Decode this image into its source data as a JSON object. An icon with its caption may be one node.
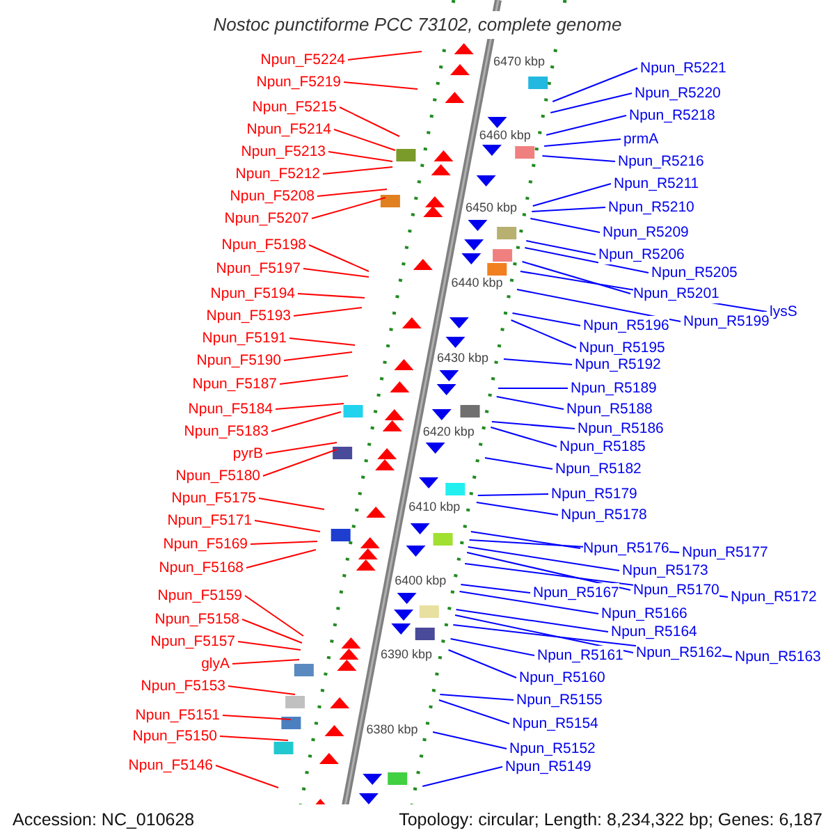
{
  "diagram": {
    "title": "Nostoc punctiforme PCC 73102, complete genome",
    "nodes": [
      {
        "text": [
          "Npun_F5224"
        ]
      },
      {
        "text": [
          "Npun_F5219"
        ]
      },
      {
        "text": [
          "Npun_F5215"
        ]
      },
      {
        "text": [
          "Npun_F5214"
        ]
      },
      {
        "text": [
          "Npun_F5213"
        ]
      },
      {
        "text": [
          "Npun_F5212"
        ]
      },
      {
        "text": [
          "Npun_F5208"
        ]
      },
      {
        "text": [
          "Npun_F5207"
        ]
      },
      {
        "text": [
          "Npun_F5198"
        ]
      },
      {
        "text": [
          "Npun_F5197"
        ]
      },
      {
        "text": [
          "Npun_F5194"
        ]
      },
      {
        "text": [
          "Npun_F5193"
        ]
      },
      {
        "text": [
          "Npun_F5191"
        ]
      },
      {
        "text": [
          "Npun_F5190"
        ]
      },
      {
        "text": [
          "Npun_F5187"
        ]
      },
      {
        "text": [
          "Npun_F5184"
        ]
      },
      {
        "text": [
          "Npun_F5183"
        ]
      },
      {
        "text": [
          "pyrB"
        ]
      },
      {
        "text": [
          "Npun_F5180"
        ]
      },
      {
        "text": [
          "Npun_F5175"
        ]
      },
      {
        "text": [
          "Npun_F5171"
        ]
      },
      {
        "text": [
          "Npun_F5169"
        ]
      },
      {
        "text": [
          "Npun_F5168"
        ]
      },
      {
        "text": [
          "Npun_F5159"
        ]
      },
      {
        "text": [
          "Npun_F5158"
        ]
      },
      {
        "text": [
          "Npun_F5157"
        ]
      },
      {
        "text": [
          "glyA"
        ]
      },
      {
        "text": [
          "Npun_F5153"
        ]
      },
      {
        "text": [
          "Npun_F5151"
        ]
      },
      {
        "text": [
          "Npun_F5150"
        ]
      },
      {
        "text": [
          "Npun_F5146"
        ]
      },
      {
        "text": [
          "Npun_R5221"
        ]
      },
      {
        "text": [
          "Npun_R5220"
        ]
      },
      {
        "text": [
          "Npun_R5218"
        ]
      },
      {
        "text": [
          "prmA"
        ]
      },
      {
        "text": [
          "Npun_R5216"
        ]
      },
      {
        "text": [
          "Npun_R5211"
        ]
      },
      {
        "text": [
          "Npun_R5210"
        ]
      },
      {
        "text": [
          "Npun_R5209"
        ]
      },
      {
        "text": [
          "Npun_R5206"
        ]
      },
      {
        "text": [
          "Npun_R5205"
        ]
      },
      {
        "text": [
          "Npun_R5201"
        ]
      },
      {
        "text": [
          "lysS"
        ]
      },
      {
        "text": [
          "Npun_R5199"
        ]
      },
      {
        "text": [
          "Npun_R5196"
        ]
      },
      {
        "text": [
          "Npun_R5195"
        ]
      },
      {
        "text": [
          "Npun_R5192"
        ]
      },
      {
        "text": [
          "Npun_R5189"
        ]
      },
      {
        "text": [
          "Npun_R5188"
        ]
      },
      {
        "text": [
          "Npun_R5186"
        ]
      },
      {
        "text": [
          "Npun_R5185"
        ]
      },
      {
        "text": [
          "Npun_R5182"
        ]
      },
      {
        "text": [
          "Npun_R5179"
        ]
      },
      {
        "text": [
          "Npun_R5178"
        ]
      },
      {
        "text": [
          "Npun_R5176"
        ]
      },
      {
        "text": [
          "Npun_R5177"
        ]
      },
      {
        "text": [
          "Npun_R5173"
        ]
      },
      {
        "text": [
          "Npun_R5170"
        ]
      },
      {
        "text": [
          "Npun_R5172"
        ]
      },
      {
        "text": [
          "Npun_R5167"
        ]
      },
      {
        "text": [
          "Npun_R5166"
        ]
      },
      {
        "text": [
          "Npun_R5164"
        ]
      },
      {
        "text": [
          "Npun_R5162"
        ]
      },
      {
        "text": [
          "Npun_R5163"
        ]
      },
      {
        "text": [
          "Npun_R5161"
        ]
      },
      {
        "text": [
          "Npun_R5160"
        ]
      },
      {
        "text": [
          "Npun_R5155"
        ]
      },
      {
        "text": [
          "Npun_R5154"
        ]
      },
      {
        "text": [
          "Npun_R5152"
        ]
      },
      {
        "text": [
          "Npun_R5149"
        ]
      }
    ],
    "edges": [
      {
        "from": 0,
        "to": null,
        "arrow": "none",
        "color": "#ff0000"
      },
      {
        "from": 1,
        "to": null,
        "arrow": "none",
        "color": "#ff0000"
      },
      {
        "from": 2,
        "to": null,
        "arrow": "none",
        "color": "#ff0000"
      },
      {
        "from": 3,
        "to": null,
        "arrow": "none",
        "color": "#ff0000"
      },
      {
        "from": 4,
        "to": null,
        "arrow": "none",
        "color": "#ff0000"
      },
      {
        "from": 5,
        "to": null,
        "arrow": "none",
        "color": "#ff0000"
      },
      {
        "from": 6,
        "to": null,
        "arrow": "none",
        "color": "#ff0000"
      },
      {
        "from": 7,
        "to": null,
        "arrow": "none",
        "color": "#ff0000"
      },
      {
        "from": 8,
        "to": null,
        "arrow": "none",
        "color": "#ff0000"
      },
      {
        "from": 9,
        "to": null,
        "arrow": "none",
        "color": "#ff0000"
      },
      {
        "from": 10,
        "to": null,
        "arrow": "none",
        "color": "#ff0000"
      },
      {
        "from": 11,
        "to": null,
        "arrow": "none",
        "color": "#ff0000"
      },
      {
        "from": 12,
        "to": null,
        "arrow": "none",
        "color": "#ff0000"
      },
      {
        "from": 13,
        "to": null,
        "arrow": "none",
        "color": "#ff0000"
      },
      {
        "from": 14,
        "to": null,
        "arrow": "none",
        "color": "#ff0000"
      },
      {
        "from": 15,
        "to": null,
        "arrow": "none",
        "color": "#ff0000"
      },
      {
        "from": 16,
        "to": null,
        "arrow": "none",
        "color": "#ff0000"
      },
      {
        "from": 17,
        "to": null,
        "arrow": "none",
        "color": "#ff0000"
      },
      {
        "from": 18,
        "to": null,
        "arrow": "none",
        "color": "#ff0000"
      },
      {
        "from": 19,
        "to": null,
        "arrow": "none",
        "color": "#ff0000"
      },
      {
        "from": 20,
        "to": null,
        "arrow": "none",
        "color": "#ff0000"
      },
      {
        "from": 21,
        "to": null,
        "arrow": "none",
        "color": "#ff0000"
      },
      {
        "from": 22,
        "to": null,
        "arrow": "none",
        "color": "#ff0000"
      },
      {
        "from": 23,
        "to": null,
        "arrow": "none",
        "color": "#ff0000"
      },
      {
        "from": 24,
        "to": null,
        "arrow": "none",
        "color": "#ff0000"
      },
      {
        "from": 25,
        "to": null,
        "arrow": "none",
        "color": "#ff0000"
      },
      {
        "from": 26,
        "to": null,
        "arrow": "none",
        "color": "#ff0000"
      },
      {
        "from": 27,
        "to": null,
        "arrow": "none",
        "color": "#ff0000"
      },
      {
        "from": 28,
        "to": null,
        "arrow": "none",
        "color": "#ff0000"
      },
      {
        "from": 29,
        "to": null,
        "arrow": "none",
        "color": "#ff0000"
      },
      {
        "from": 30,
        "to": null,
        "arrow": "none",
        "color": "#ff0000"
      },
      {
        "from": 31,
        "to": null,
        "arrow": "none",
        "color": "#0000ff"
      },
      {
        "from": 32,
        "to": null,
        "arrow": "none",
        "color": "#0000ff"
      },
      {
        "from": 33,
        "to": null,
        "arrow": "none",
        "color": "#0000ff"
      },
      {
        "from": 34,
        "to": null,
        "arrow": "none",
        "color": "#0000ff"
      },
      {
        "from": 35,
        "to": null,
        "arrow": "none",
        "color": "#0000ff"
      },
      {
        "from": 36,
        "to": null,
        "arrow": "none",
        "color": "#0000ff"
      },
      {
        "from": 37,
        "to": null,
        "arrow": "none",
        "color": "#0000ff"
      },
      {
        "from": 38,
        "to": null,
        "arrow": "none",
        "color": "#0000ff"
      },
      {
        "from": 39,
        "to": null,
        "arrow": "none",
        "color": "#0000ff"
      },
      {
        "from": 40,
        "to": null,
        "arrow": "none",
        "color": "#0000ff"
      },
      {
        "from": 41,
        "to": null,
        "arrow": "none",
        "color": "#0000ff"
      },
      {
        "from": 42,
        "to": null,
        "arrow": "none",
        "color": "#0000ff"
      },
      {
        "from": 43,
        "to": null,
        "arrow": "none",
        "color": "#0000ff"
      },
      {
        "from": 44,
        "to": null,
        "arrow": "none",
        "color": "#0000ff"
      },
      {
        "from": 45,
        "to": null,
        "arrow": "none",
        "color": "#0000ff"
      },
      {
        "from": 46,
        "to": null,
        "arrow": "none",
        "color": "#0000ff"
      },
      {
        "from": 47,
        "to": null,
        "arrow": "none",
        "color": "#0000ff"
      },
      {
        "from": 48,
        "to": null,
        "arrow": "none",
        "color": "#0000ff"
      },
      {
        "from": 49,
        "to": null,
        "arrow": "none",
        "color": "#0000ff"
      },
      {
        "from": 50,
        "to": null,
        "arrow": "none",
        "color": "#0000ff"
      },
      {
        "from": 51,
        "to": null,
        "arrow": "none",
        "color": "#0000ff"
      },
      {
        "from": 52,
        "to": null,
        "arrow": "none",
        "color": "#0000ff"
      },
      {
        "from": 53,
        "to": null,
        "arrow": "none",
        "color": "#0000ff"
      },
      {
        "from": 54,
        "to": null,
        "arrow": "none",
        "color": "#0000ff"
      },
      {
        "from": 55,
        "to": null,
        "arrow": "none",
        "color": "#0000ff"
      },
      {
        "from": 56,
        "to": null,
        "arrow": "none",
        "color": "#0000ff"
      },
      {
        "from": 57,
        "to": null,
        "arrow": "none",
        "color": "#0000ff"
      },
      {
        "from": 58,
        "to": null,
        "arrow": "none",
        "color": "#0000ff"
      },
      {
        "from": 59,
        "to": null,
        "arrow": "none",
        "color": "#0000ff"
      },
      {
        "from": 60,
        "to": null,
        "arrow": "none",
        "color": "#0000ff"
      },
      {
        "from": 61,
        "to": null,
        "arrow": "none",
        "color": "#0000ff"
      },
      {
        "from": 62,
        "to": null,
        "arrow": "none",
        "color": "#0000ff"
      },
      {
        "from": 63,
        "to": null,
        "arrow": "none",
        "color": "#0000ff"
      },
      {
        "from": 64,
        "to": null,
        "arrow": "none",
        "color": "#0000ff"
      },
      {
        "from": 65,
        "to": null,
        "arrow": "none",
        "color": "#0000ff"
      },
      {
        "from": 66,
        "to": null,
        "arrow": "none",
        "color": "#0000ff"
      },
      {
        "from": 67,
        "to": null,
        "arrow": "none",
        "color": "#0000ff"
      },
      {
        "from": 68,
        "to": null,
        "arrow": "none",
        "color": "#0000ff"
      },
      {
        "from": 69,
        "to": null,
        "arrow": "none",
        "color": "#0000ff"
      }
    ],
    "labels": [
      "6470 kbp",
      "6460 kbp",
      "6450 kbp",
      "6440 kbp",
      "6430 kbp",
      "6420 kbp",
      "6410 kbp",
      "6400 kbp",
      "6390 kbp",
      "6380 kbp",
      "Accession: NC_010628",
      "Topology: circular; Length: 8,234,322 bp; Genes: 6,187"
    ]
  }
}
